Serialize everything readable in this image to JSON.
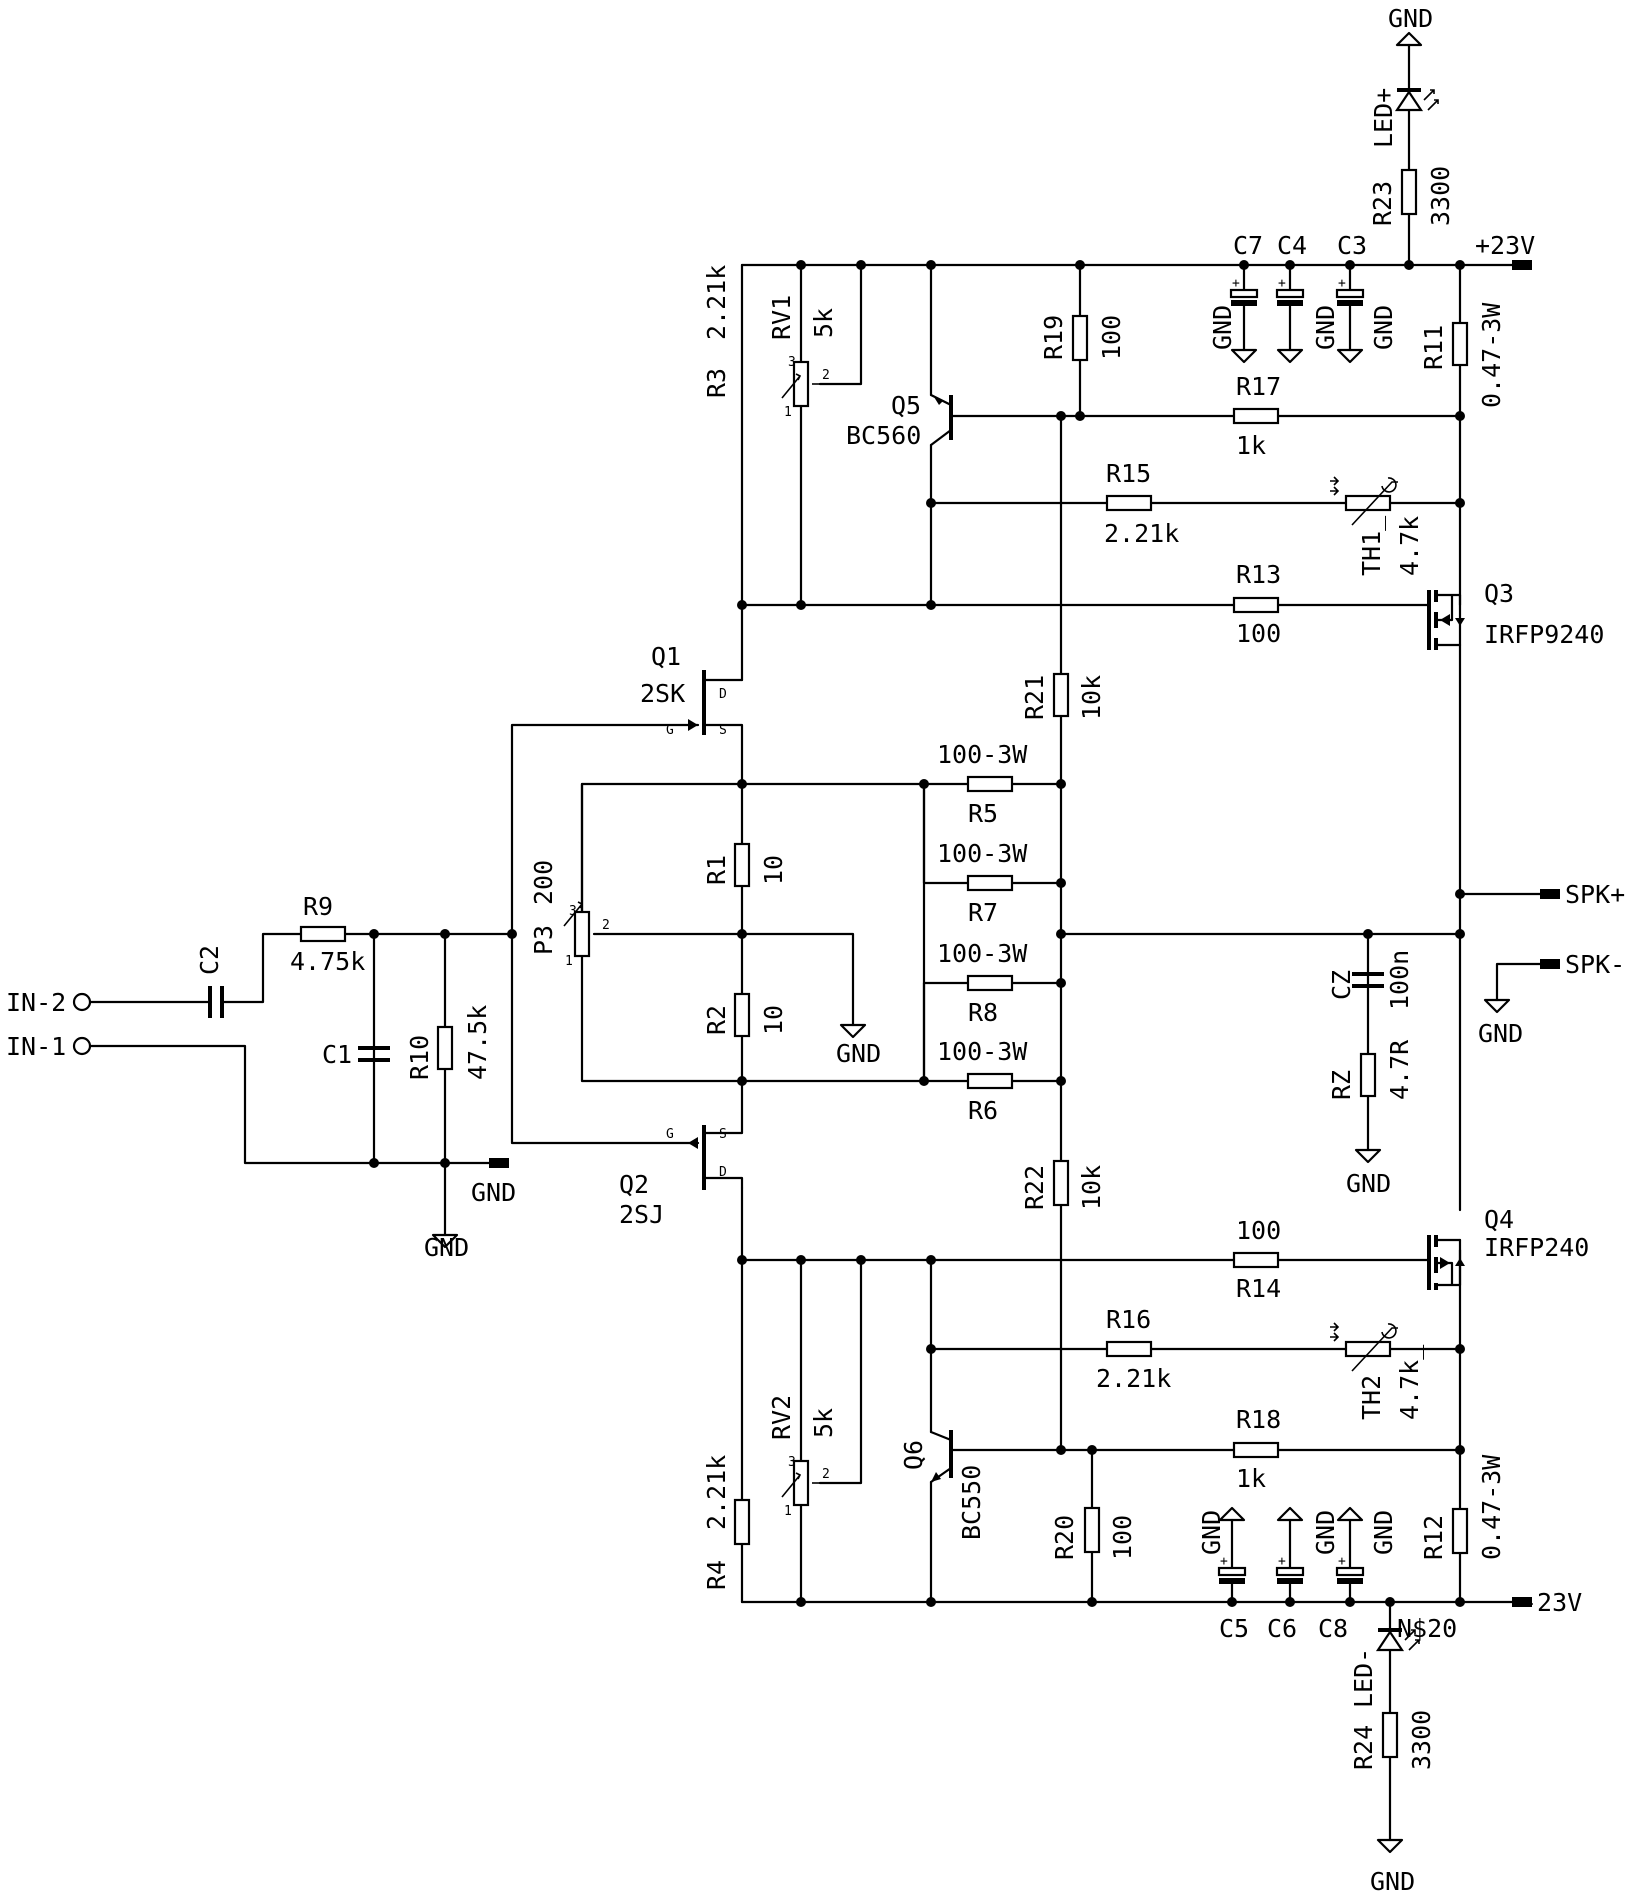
{
  "rails": {
    "pos": "+23V",
    "neg": "-23V",
    "spk_pos": "SPK+",
    "spk_neg": "SPK-",
    "in2": "IN-2",
    "in1": "IN-1",
    "net20": "N$20"
  },
  "gnd": "GND",
  "components": {
    "R1": {
      "ref": "R1",
      "value": "10"
    },
    "R2": {
      "ref": "R2",
      "value": "10"
    },
    "R3": {
      "ref": "R3",
      "value": "2.21k"
    },
    "R4": {
      "ref": "R4",
      "value": "2.21k"
    },
    "R5": {
      "ref": "R5",
      "value": "100-3W"
    },
    "R6": {
      "ref": "R6",
      "value": "100-3W"
    },
    "R7": {
      "ref": "R7",
      "value": "100-3W"
    },
    "R8": {
      "ref": "R8",
      "value": "100-3W"
    },
    "R9": {
      "ref": "R9",
      "value": "4.75k"
    },
    "R10": {
      "ref": "R10",
      "value": "47.5k"
    },
    "R11": {
      "ref": "R11",
      "value": "0.47-3W"
    },
    "R12": {
      "ref": "R12",
      "value": "0.47-3W"
    },
    "R13": {
      "ref": "R13",
      "value": "100"
    },
    "R14": {
      "ref": "R14",
      "value": "100"
    },
    "R15": {
      "ref": "R15",
      "value": "2.21k"
    },
    "R16": {
      "ref": "R16",
      "value": "2.21k"
    },
    "R17": {
      "ref": "R17",
      "value": "1k"
    },
    "R18": {
      "ref": "R18",
      "value": "1k"
    },
    "R19": {
      "ref": "R19",
      "value": "100"
    },
    "R20": {
      "ref": "R20",
      "value": "100"
    },
    "R21": {
      "ref": "R21",
      "value": "10k"
    },
    "R22": {
      "ref": "R22",
      "value": "10k"
    },
    "R23": {
      "ref": "R23",
      "value": "3300"
    },
    "R24": {
      "ref": "R24",
      "value": "3300"
    },
    "RZ": {
      "ref": "RZ",
      "value": "4.7R"
    },
    "CZ": {
      "ref": "CZ",
      "value": "100n"
    },
    "C1": {
      "ref": "C1"
    },
    "C2": {
      "ref": "C2"
    },
    "C3": {
      "ref": "C3"
    },
    "C4": {
      "ref": "C4"
    },
    "C5": {
      "ref": "C5"
    },
    "C6": {
      "ref": "C6"
    },
    "C7": {
      "ref": "C7"
    },
    "C8": {
      "ref": "C8"
    },
    "RV1": {
      "ref": "RV1",
      "value": "5k"
    },
    "RV2": {
      "ref": "RV2",
      "value": "5k"
    },
    "P3": {
      "ref": "P3",
      "value": "200"
    },
    "TH1": {
      "ref": "TH1_",
      "value": "4.7k"
    },
    "TH2": {
      "ref": "TH2",
      "value": "4.7k_"
    },
    "Q1": {
      "ref": "Q1",
      "value": "2SK"
    },
    "Q2": {
      "ref": "Q2",
      "value": "2SJ"
    },
    "Q3": {
      "ref": "Q3",
      "value": "IRFP9240"
    },
    "Q4": {
      "ref": "Q4",
      "value": "IRFP240"
    },
    "Q5": {
      "ref": "Q5",
      "value": "BC560"
    },
    "Q6": {
      "ref": "Q6",
      "value": "BC550"
    },
    "LEDP": {
      "ref": "LED+"
    },
    "LEDN": {
      "ref": "LED-"
    }
  },
  "pins": {
    "g": "G",
    "s": "S",
    "d": "D",
    "p1": "1",
    "p2": "2",
    "p3": "3",
    "plus": "+"
  }
}
